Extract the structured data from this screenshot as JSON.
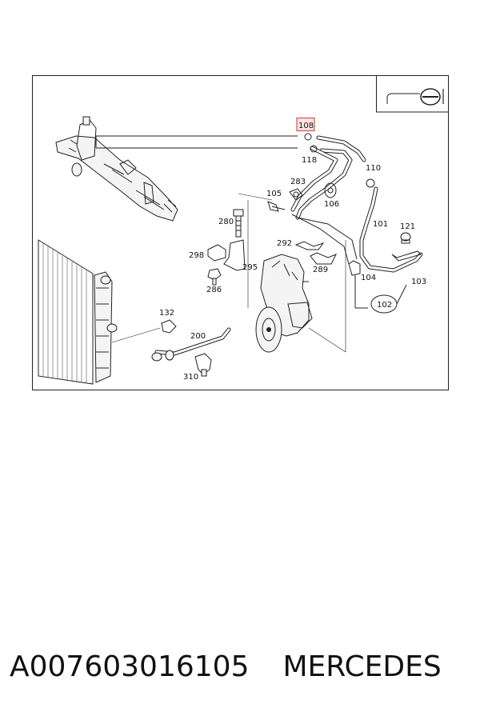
{
  "diagram": {
    "callouts": {
      "c108": "108",
      "c118": "118",
      "c110": "110",
      "c283": "283",
      "c105": "105",
      "c106": "106",
      "c280": "280",
      "c101": "101",
      "c121": "121",
      "c292": "292",
      "c298": "298",
      "c295": "295",
      "c289": "289",
      "c104": "104",
      "c103": "103",
      "c286": "286",
      "c102": "102",
      "c132": "132",
      "c200": "200",
      "c310": "310"
    },
    "highlight_color": "#d9534f",
    "icon": "steering-wheel-icon"
  },
  "caption": {
    "part_number": "A007603016105",
    "brand": "MERCEDES"
  }
}
